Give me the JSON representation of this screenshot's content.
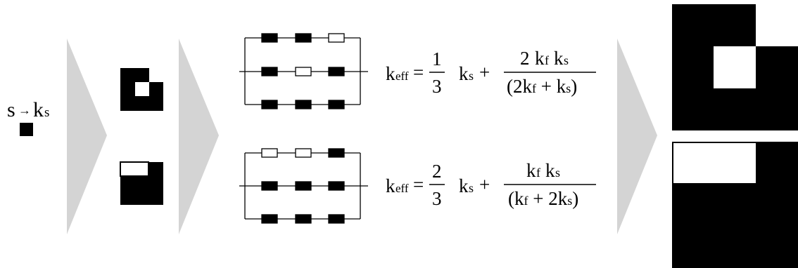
{
  "colors": {
    "solid": "#000000",
    "fluid": "#ffffff",
    "arrow": "#d4d4d4"
  },
  "input_label": {
    "s": "s",
    "arrow": "→",
    "k": "k",
    "sub": "s"
  },
  "equation_top": {
    "k": "k",
    "k_sub": "eff",
    "equals": "=",
    "coef_num": "1",
    "coef_den": "3",
    "term1_k": "k",
    "term1_sub": "s",
    "plus": "+",
    "num_coef": "2",
    "num_k1": "k",
    "num_k1_sub": "f",
    "num_k2": "k",
    "num_k2_sub": "s",
    "den_open": "(2k",
    "den_sub1": "f",
    "den_mid": " + k",
    "den_sub2": "s",
    "den_close": ")"
  },
  "equation_bottom": {
    "k": "k",
    "k_sub": "eff",
    "equals": "=",
    "coef_num": "2",
    "coef_den": "3",
    "term1_k": "k",
    "term1_sub": "s",
    "plus": "+",
    "num_k1": "k",
    "num_k1_sub": "f",
    "num_k2": "k",
    "num_k2_sub": "s",
    "den_open": "(k",
    "den_sub1": "f",
    "den_mid": " + 2k",
    "den_sub2": "s",
    "den_close": ")"
  },
  "circuit_top": {
    "rows": [
      [
        "solid",
        "solid",
        "fluid"
      ],
      [
        "solid",
        "fluid",
        "solid"
      ],
      [
        "solid",
        "solid",
        "solid"
      ]
    ]
  },
  "circuit_bottom": {
    "rows": [
      [
        "fluid",
        "fluid",
        "solid"
      ],
      [
        "solid",
        "solid",
        "solid"
      ],
      [
        "solid",
        "solid",
        "solid"
      ]
    ]
  }
}
